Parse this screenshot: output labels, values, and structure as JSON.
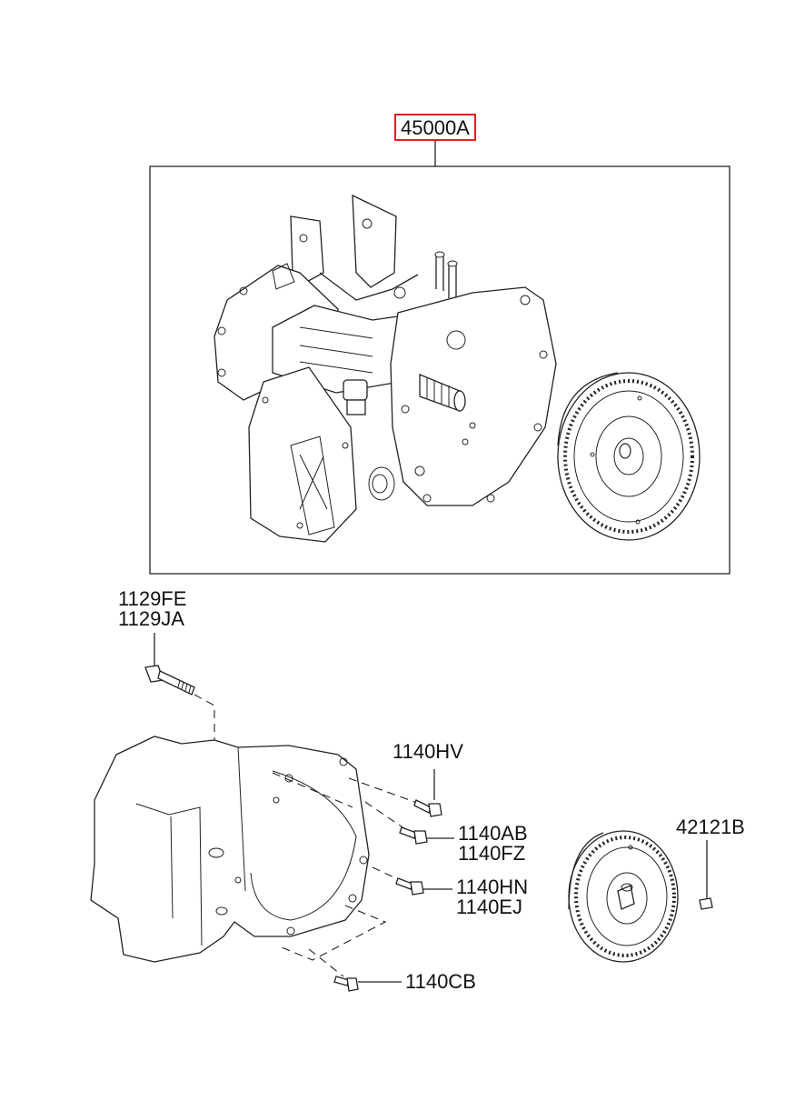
{
  "diagram": {
    "main_part": {
      "code": "45000A",
      "highlight_color": "#e0201b"
    },
    "callouts": [
      {
        "id": "bolt-top",
        "codes": [
          "1129FE",
          "1129JA"
        ]
      },
      {
        "id": "bolt-hv",
        "codes": [
          "1140HV"
        ]
      },
      {
        "id": "bolt-ab",
        "codes": [
          "1140AB",
          "1140FZ"
        ]
      },
      {
        "id": "bolt-hn",
        "codes": [
          "1140HN",
          "1140EJ"
        ]
      },
      {
        "id": "bolt-cb",
        "codes": [
          "1140CB"
        ]
      },
      {
        "id": "converter-bolt",
        "codes": [
          "42121B"
        ]
      }
    ],
    "colors": {
      "line": "#222222",
      "text": "#111111",
      "background": "#ffffff"
    }
  }
}
